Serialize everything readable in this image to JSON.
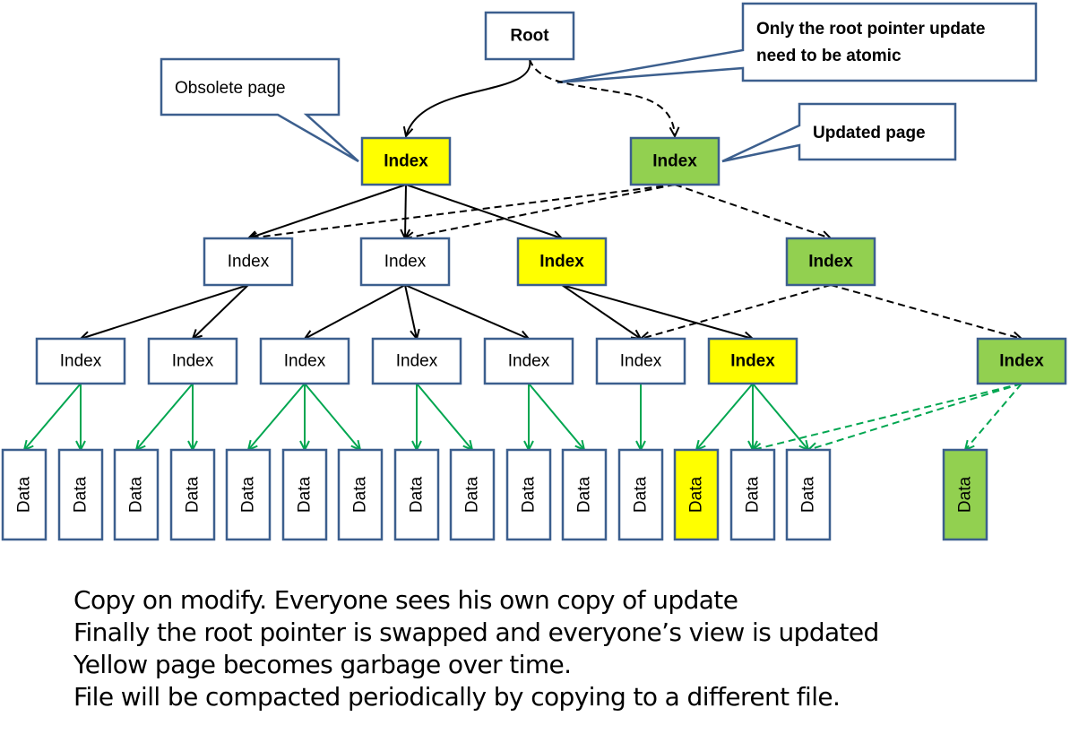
{
  "colors": {
    "border": "#3c5f8e",
    "obsolete": "#ffff00",
    "updated": "#92d050",
    "plain": "#ffffff",
    "black_edge": "#000000",
    "green_edge": "#00a650"
  },
  "root": {
    "label": "Root"
  },
  "callouts": {
    "obsolete": "Obsolete page",
    "updated": "Updated page",
    "atomic": "Only the root pointer update need to be atomic"
  },
  "atomic_lines": [
    "Only the root pointer update",
    "need to be atomic"
  ],
  "nodes": {
    "level1": [
      {
        "label": "Index",
        "state": "obsolete"
      },
      {
        "label": "Index",
        "state": "updated"
      }
    ],
    "level2": [
      {
        "label": "Index",
        "state": "plain"
      },
      {
        "label": "Index",
        "state": "plain"
      },
      {
        "label": "Index",
        "state": "obsolete"
      },
      {
        "label": "Index",
        "state": "updated"
      }
    ],
    "level3": [
      {
        "label": "Index",
        "state": "plain"
      },
      {
        "label": "Index",
        "state": "plain"
      },
      {
        "label": "Index",
        "state": "plain"
      },
      {
        "label": "Index",
        "state": "plain"
      },
      {
        "label": "Index",
        "state": "plain"
      },
      {
        "label": "Index",
        "state": "plain"
      },
      {
        "label": "Index",
        "state": "obsolete"
      },
      {
        "label": "Index",
        "state": "updated"
      }
    ],
    "data": [
      {
        "label": "Data",
        "state": "plain"
      },
      {
        "label": "Data",
        "state": "plain"
      },
      {
        "label": "Data",
        "state": "plain"
      },
      {
        "label": "Data",
        "state": "plain"
      },
      {
        "label": "Data",
        "state": "plain"
      },
      {
        "label": "Data",
        "state": "plain"
      },
      {
        "label": "Data",
        "state": "plain"
      },
      {
        "label": "Data",
        "state": "plain"
      },
      {
        "label": "Data",
        "state": "plain"
      },
      {
        "label": "Data",
        "state": "plain"
      },
      {
        "label": "Data",
        "state": "plain"
      },
      {
        "label": "Data",
        "state": "plain"
      },
      {
        "label": "Data",
        "state": "obsolete"
      },
      {
        "label": "Data",
        "state": "plain"
      },
      {
        "label": "Data",
        "state": "plain"
      },
      {
        "label": "Data",
        "state": "updated"
      }
    ]
  },
  "caption": [
    "Copy on modify.  Everyone sees his own copy of update",
    "Finally the root pointer is swapped and everyone’s view is updated",
    "Yellow page becomes garbage over time.",
    "File will be compacted periodically by copying to a different file."
  ]
}
